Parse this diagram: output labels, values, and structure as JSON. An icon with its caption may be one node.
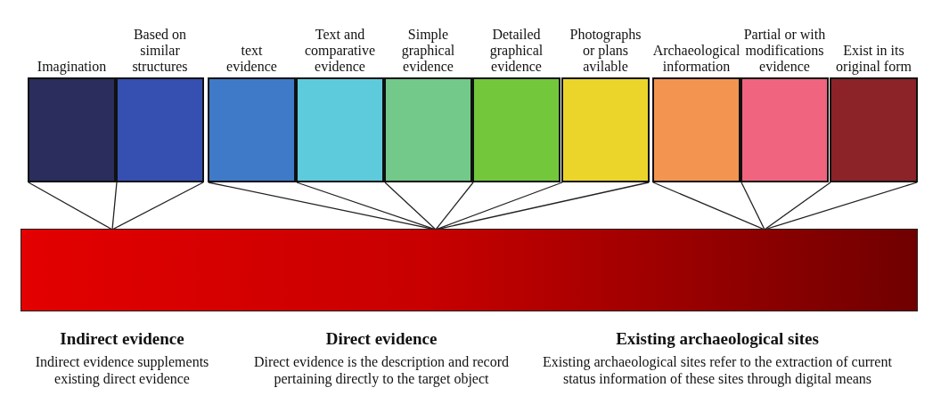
{
  "diagram": {
    "nodes": [
      {
        "text": [
          "Imagination"
        ]
      },
      {
        "text": [
          "Based on similar structures"
        ]
      },
      {
        "text": [
          "text evidence"
        ]
      },
      {
        "text": [
          "Text and comparative evidence"
        ]
      },
      {
        "text": [
          "Simple graphical evidence"
        ]
      },
      {
        "text": [
          "Detailed graphical evidence"
        ]
      },
      {
        "text": [
          "Photographs or plans avilable"
        ]
      },
      {
        "text": [
          "Archaeological information"
        ]
      },
      {
        "text": [
          "Partial or with modifications evidence"
        ]
      },
      {
        "text": [
          "Exist in its original form"
        ]
      },
      {
        "text": [],
        "shape": "bar"
      }
    ],
    "edges": [
      {
        "from": 0,
        "to": 10,
        "arrow": "none"
      },
      {
        "from": 1,
        "to": 10,
        "arrow": "none"
      },
      {
        "from": 1,
        "to": 10,
        "arrow": "none"
      },
      {
        "from": 2,
        "to": 10,
        "arrow": "none"
      },
      {
        "from": 3,
        "to": 10,
        "arrow": "none"
      },
      {
        "from": 4,
        "to": 10,
        "arrow": "none"
      },
      {
        "from": 5,
        "to": 10,
        "arrow": "none"
      },
      {
        "from": 6,
        "to": 10,
        "arrow": "none"
      },
      {
        "from": 6,
        "to": 10,
        "arrow": "none"
      },
      {
        "from": 7,
        "to": 10,
        "arrow": "none"
      },
      {
        "from": 8,
        "to": 10,
        "arrow": "none"
      },
      {
        "from": 9,
        "to": 10,
        "arrow": "none"
      },
      {
        "from": 9,
        "to": 10,
        "arrow": "none"
      }
    ],
    "labels": [
      "Indirect evidence",
      "Indirect evidence supplements existing direct evidence",
      "Direct evidence",
      "Direct evidence is the description and record pertaining directly to the target object",
      "Existing archaeological sites",
      "Existing archaeological sites refer to the extraction of current status information of these sites through digital means"
    ]
  }
}
